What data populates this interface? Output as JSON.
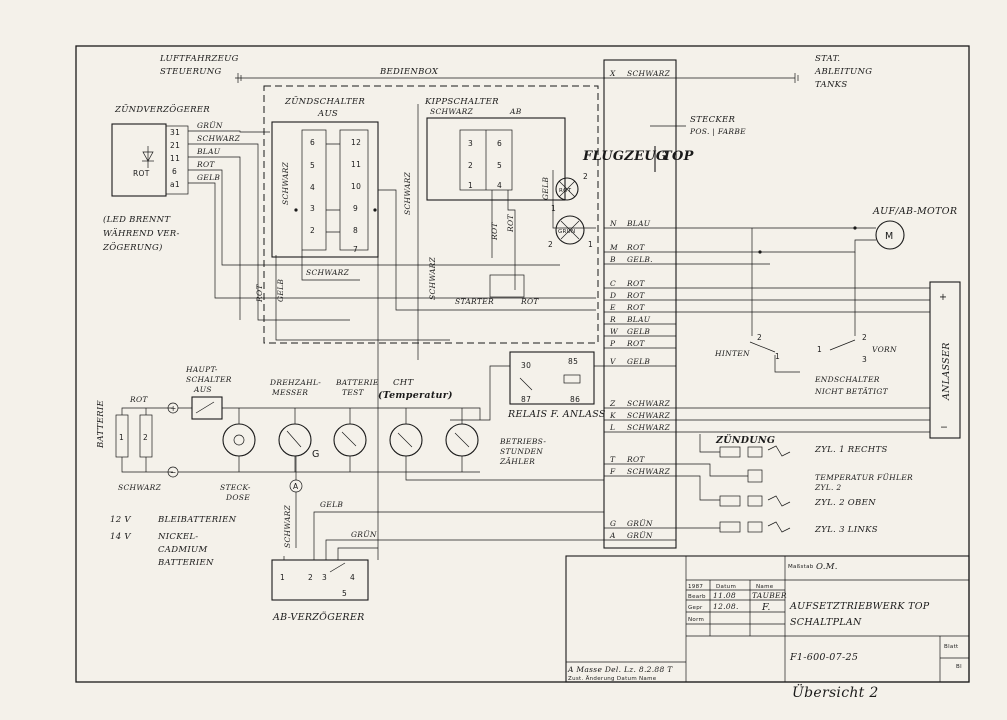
{
  "top_left": {
    "line1": "LUFTFAHRZEUG",
    "line2": "STEUERUNG"
  },
  "top_right": {
    "line1": "STAT.",
    "line2": "ABLEITUNG",
    "line3": "TANKS"
  },
  "bedienbox": "BEDIENBOX",
  "zuendverzoegerer": {
    "title": "ZÜNDVERZÖGERER",
    "pins": [
      "31",
      "21",
      "11",
      "6",
      "a1"
    ],
    "wires": [
      "GRÜN",
      "SCHWARZ",
      "BLAU",
      "ROT",
      "GELB"
    ],
    "led_label": "ROT",
    "note": [
      "(LED BRENNT",
      "WÄHREND VER-",
      "ZÖGERUNG)"
    ]
  },
  "zuendschalter": {
    "title1": "ZÜNDSCHALTER",
    "title2": "AUS",
    "left_pins": [
      "6",
      "5",
      "4",
      "3",
      "2"
    ],
    "right_pins": [
      "12",
      "11",
      "10",
      "9",
      "8",
      "7"
    ]
  },
  "kippschalter": {
    "title1": "KIPPSCHALTER",
    "title2": "AB",
    "subtitle": "SCHWARZ",
    "pins": [
      "3",
      "6",
      "2",
      "5",
      "1",
      "4"
    ]
  },
  "wire_labels": {
    "schwarz_vert1": "SCHWARZ",
    "schwarz_vert2": "SCHWARZ",
    "schwarz_vert3": "SCHWARZ",
    "schwarz_h": "SCHWARZ",
    "rot_vert1": "ROT",
    "gelb_vert1": "GELB",
    "rot_vert2": "ROT",
    "rot_vert3": "ROT",
    "gelb_vert2": "GELB",
    "starter": "STARTER",
    "rot_starter": "ROT",
    "rot_batt": "ROT",
    "schwarz_batt": "SCHWARZ",
    "gelb_ab": "GELB",
    "gruen_ab": "GRÜN",
    "schwarz_ab": "SCHWARZ"
  },
  "lamps": {
    "rot": "ROT",
    "gruen": "GRÜN",
    "pins": [
      "1",
      "2",
      "2",
      "1"
    ]
  },
  "stecker": {
    "title1": "STECKER",
    "title2": "POS. | FARBE",
    "flugzeug": "FLUGZEUG",
    "top": "TOP"
  },
  "connector_pins": [
    {
      "pos": "X",
      "color": "SCHWARZ"
    },
    {
      "pos": "N",
      "color": "BLAU"
    },
    {
      "pos": "M",
      "color": "ROT"
    },
    {
      "pos": "B",
      "color": "GELB."
    },
    {
      "pos": "C",
      "color": "ROT"
    },
    {
      "pos": "D",
      "color": "ROT"
    },
    {
      "pos": "E",
      "color": "ROT"
    },
    {
      "pos": "R",
      "color": "BLAU"
    },
    {
      "pos": "W",
      "color": "GELB"
    },
    {
      "pos": "P",
      "color": "ROT"
    },
    {
      "pos": "V",
      "color": "GELB"
    },
    {
      "pos": "Z",
      "color": "SCHWARZ"
    },
    {
      "pos": "K",
      "color": "SCHWARZ"
    },
    {
      "pos": "L",
      "color": "SCHWARZ"
    },
    {
      "pos": "T",
      "color": "ROT"
    },
    {
      "pos": "F",
      "color": "SCHWARZ"
    },
    {
      "pos": "G",
      "color": "GRÜN"
    },
    {
      "pos": "A",
      "color": "GRÜN"
    }
  ],
  "motor": {
    "title": "AUF/AB-MOTOR",
    "symbol": "M"
  },
  "endschalter": {
    "hinten": "HINTEN",
    "vorn": "VORN",
    "title1": "ENDSCHALTER",
    "title2": "NICHT BETÄTIGT",
    "pins_h": [
      "2",
      "1"
    ],
    "pins_v": [
      "1",
      "2",
      "3"
    ]
  },
  "anlasser": "ANLASSER",
  "relais": {
    "title": "RELAIS F. ANLASS",
    "pins": [
      "30",
      "85",
      "87",
      "86"
    ]
  },
  "batterie": {
    "title": "BATTERIE",
    "cells": [
      "1",
      "2"
    ]
  },
  "hauptschalter": [
    "HAUPT-",
    "SCHALTER",
    "AUS"
  ],
  "instruments": {
    "drehzahl": [
      "DREHZAHL-",
      "MESSER"
    ],
    "batterie_test": [
      "BATTERIE",
      "TEST"
    ],
    "cht": "CHT",
    "cht_note": "(Temperatur)",
    "betriebs": [
      "BETRIEBS-",
      "STUNDEN",
      "ZÄHLER"
    ],
    "g": "G"
  },
  "steckdose": [
    "STECK-",
    "DOSE"
  ],
  "a_symbol": "A",
  "batterien": {
    "v1": "12 V",
    "t1": "BLEIBATTERIEN",
    "v2": "14 V",
    "t2a": "NICKEL-",
    "t2b": "CADMIUM",
    "t2c": "BATTERIEN"
  },
  "ab_verzoegerer": {
    "title": "AB-VERZÖGERER",
    "pins": [
      "1",
      "2",
      "3",
      "4",
      "5"
    ]
  },
  "zuendung": {
    "title": "ZÜNDUNG",
    "zyl1": "ZYL. 1 RECHTS",
    "temp1": "TEMPERATUR FÜHLER",
    "temp2": "ZYL. 2",
    "zyl2": "ZYL. 2 OBEN",
    "zyl3": "ZYL. 3 LINKS"
  },
  "title_block": {
    "massstab_label": "Maßstab",
    "massstab": "O.M.",
    "year": "1987",
    "col_datum": "Datum",
    "col_name": "Name",
    "bearb": "Bearb",
    "bearb_date": "11.08",
    "bearb_name": "TAUBER",
    "gepr": "Gepr",
    "gepr_date": "12.08.",
    "gepr_name": "F.",
    "norm": "Norm",
    "title1": "AUFSETZTRIEBWERK TOP",
    "title2": "SCHALTPLAN",
    "drawing_no": "F1-600-07-25",
    "blatt": "Blatt",
    "bl": "Bl",
    "revision": "A Masse Del. Lz. 8.2.88 T",
    "rev_cols": "Zust. Änderung Datum Name"
  },
  "ubersicht": "Übersicht 2"
}
